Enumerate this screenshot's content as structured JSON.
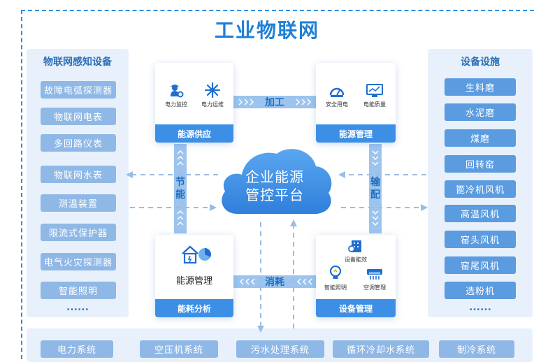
{
  "title": "工业物联网",
  "left_panel": {
    "title": "物联网感知设备",
    "items": [
      "故障电弧探测器",
      "物联网电表",
      "多回路仪表",
      "物联网水表",
      "测温装置",
      "限流式保护器",
      "电气火灾探测器",
      "智能照明"
    ],
    "more": "......"
  },
  "right_panel": {
    "title": "设备设施",
    "items": [
      "生料磨",
      "水泥磨",
      "煤磨",
      "回转窑",
      "篦冷机风机",
      "高温风机",
      "窑头风机",
      "窑尾风机",
      "选粉机"
    ],
    "more": "......"
  },
  "bottom_panel": {
    "items": [
      "电力系统",
      "空压机系统",
      "污水处理系统",
      "循环冷却水系统",
      "制冷系统"
    ]
  },
  "center": {
    "line1": "企业能源",
    "line2": "管控平台"
  },
  "cards": {
    "supply": {
      "footer": "能源供应",
      "icons": [
        {
          "label": "电力监控",
          "icon": "worker-gear-icon"
        },
        {
          "label": "电力运维",
          "icon": "snowflake-icon"
        }
      ]
    },
    "management": {
      "footer": "能源管理",
      "icons": [
        {
          "label": "安全用电",
          "icon": "gauge-icon"
        },
        {
          "label": "电能质量",
          "icon": "monitor-chart-icon"
        }
      ]
    },
    "analysis": {
      "footer": "能耗分析",
      "label": "能源管理",
      "icon": "house-chart-icon"
    },
    "device": {
      "footer": "设备管理",
      "icons": [
        {
          "label": "设备能效",
          "icon": "building-icon"
        },
        {
          "label": "智能照明",
          "icon": "bulb-icon"
        },
        {
          "label": "空调管理",
          "icon": "aircon-icon"
        }
      ]
    }
  },
  "flows": {
    "top": "加工",
    "bottom": "消耗",
    "left": "节能",
    "right": "输配"
  },
  "colors": {
    "primary": "#3d8fe6",
    "title": "#1f7fd6",
    "panel_bg": "#e8f1fb"
  }
}
